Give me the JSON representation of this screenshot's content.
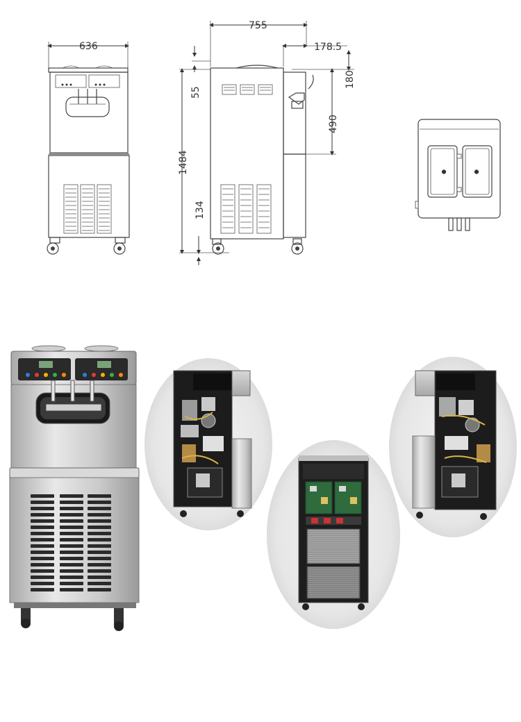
{
  "drawings": {
    "front": {
      "width_label": "636"
    },
    "side": {
      "depth_label": "755",
      "spout_offset_label": "178.5",
      "top_label": "55",
      "height_label": "1484",
      "lid_label": "180",
      "tap_label": "490",
      "base_label": "134"
    }
  },
  "colors": {
    "steel_light": "#e4e4e4",
    "steel_mid": "#b9b9b9",
    "steel_dark": "#8d8d8d",
    "panel_dark": "#262626",
    "circuit_green": "#2e6b3d",
    "oval_shadow": "#e9e9e9",
    "button_colors": [
      "#2f7de0",
      "#e23b3b",
      "#f0b400",
      "#33b14a",
      "#ff8a00"
    ]
  }
}
